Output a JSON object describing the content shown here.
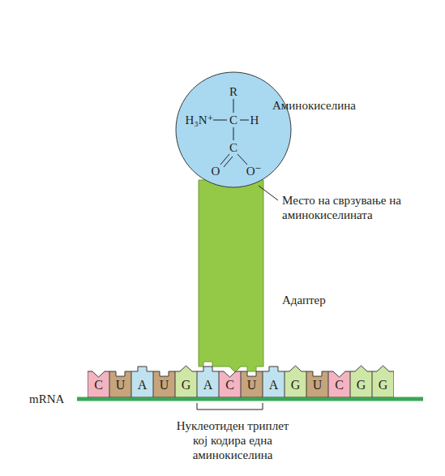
{
  "diagram": {
    "nodes": [
      {
        "text": [
          "R",
          "H₃N⁺",
          "C",
          "H",
          "C",
          "O",
          "O⁻"
        ]
      },
      {
        "text": [
          "C"
        ]
      },
      {
        "text": [
          "U"
        ]
      },
      {
        "text": [
          "A"
        ]
      },
      {
        "text": [
          "U"
        ]
      },
      {
        "text": [
          "G"
        ]
      },
      {
        "text": [
          "A"
        ]
      },
      {
        "text": [
          "C"
        ]
      },
      {
        "text": [
          "U"
        ]
      },
      {
        "text": [
          "A"
        ]
      },
      {
        "text": [
          "G"
        ]
      },
      {
        "text": [
          "U"
        ]
      },
      {
        "text": [
          "C"
        ]
      },
      {
        "text": [
          "G"
        ]
      },
      {
        "text": [
          "G"
        ]
      }
    ],
    "labels": [
      "Аминокиселина",
      "Место на сврзување на аминокиселината",
      "Адаптер",
      "mRNA",
      "Нуклеотиден триплет кој кодира една аминокиселина"
    ]
  }
}
